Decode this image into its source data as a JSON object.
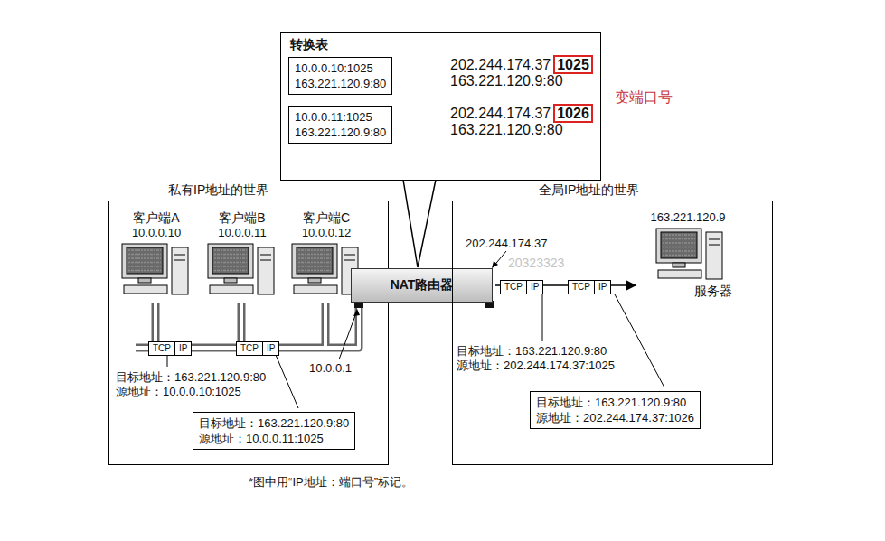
{
  "diagram": {
    "caption": "*图中用“IP地址：端口号”标记。",
    "nodes": [
      {
        "text": [
          "转换表"
        ]
      },
      {
        "text": [
          "10.0.0.10:1025 163.221.120.9:80"
        ],
        "in": 0
      },
      {
        "text": [
          "202.244.174.37",
          "1025",
          "163.221.120.9:80"
        ],
        "in": 0
      },
      {
        "text": [
          "10.0.0.11:1025 163.221.120.9:80"
        ],
        "in": 0
      },
      {
        "text": [
          "202.244.174.37",
          "1026",
          "163.221.120.9:80"
        ],
        "in": 0
      },
      {
        "text": [
          "私有IP地址的世界"
        ]
      },
      {
        "text": [
          "客户端A",
          "10.0.0.10"
        ],
        "in": 5
      },
      {
        "text": [
          "客户端B",
          "10.0.0.11"
        ],
        "in": 5
      },
      {
        "text": [
          "客户端C",
          "10.0.0.12"
        ],
        "in": 5
      },
      {
        "text": [
          "TCP",
          "IP"
        ],
        "in": 5
      },
      {
        "text": [
          "TCP",
          "IP"
        ],
        "in": 5
      },
      {
        "text": [
          "目标地址：163.221.120.9:80",
          "源地址：10.0.0.11:1025"
        ],
        "in": 5
      },
      {
        "text": [
          "NAT路由器"
        ]
      },
      {
        "text": [
          "全局IP地址的世界"
        ]
      },
      {
        "text": [
          "163.221.120.9",
          "服务器"
        ],
        "in": 13
      },
      {
        "text": [
          "TCP",
          "IP"
        ],
        "in": 13
      },
      {
        "text": [
          "TCP",
          "IP"
        ],
        "in": 13
      },
      {
        "text": [
          "目标地址：163.221.120.9:80",
          "源地址：202.244.174.37:1026"
        ],
        "in": 13
      }
    ],
    "edges": [
      {
        "from": 1,
        "to": 2,
        "arrow": "both"
      },
      {
        "from": 3,
        "to": 4,
        "arrow": "both"
      },
      {
        "from": 12,
        "to": 14,
        "arrow": "to"
      }
    ],
    "labels": [
      "变端口号",
      "10.0.0.1",
      "202.244.174.37",
      "20323323",
      "目标地址：163.221.120.9:80",
      "源地址：10.0.0.10:1025",
      "目标地址：163.221.120.9:80",
      "源地址：202.244.174.37:1025"
    ]
  }
}
